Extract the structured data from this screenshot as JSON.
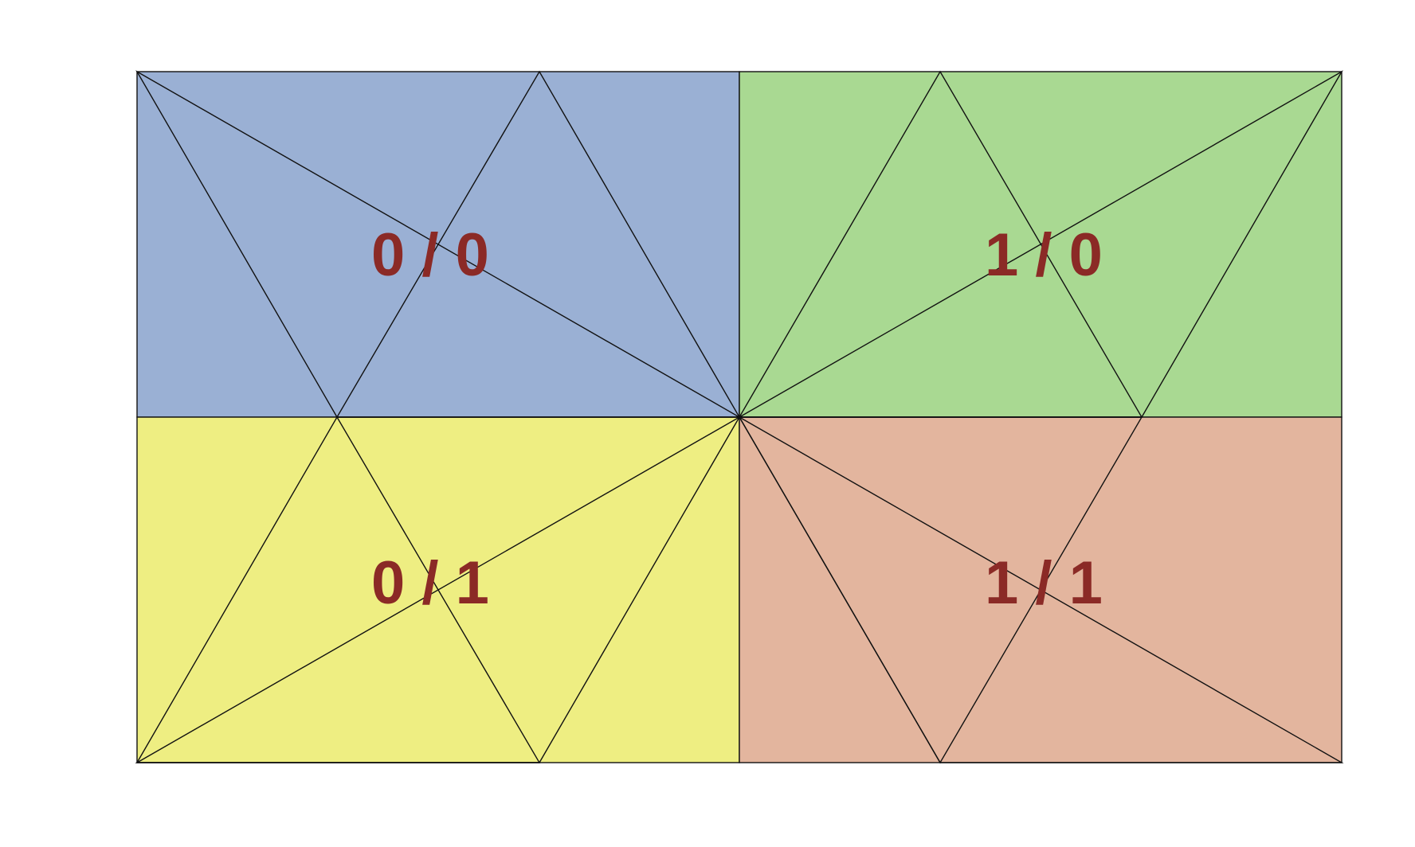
{
  "diagram": {
    "label_color": "#8B2A26",
    "line_color": "#111111",
    "quadrants": [
      {
        "id": "q00",
        "label": "0 / 0",
        "fill": "#9AB0D4"
      },
      {
        "id": "q10",
        "label": "1 / 0",
        "fill": "#A9D992"
      },
      {
        "id": "q01",
        "label": "0 / 1",
        "fill": "#EEEE82"
      },
      {
        "id": "q11",
        "label": "1 / 1",
        "fill": "#E3B59E"
      }
    ]
  }
}
